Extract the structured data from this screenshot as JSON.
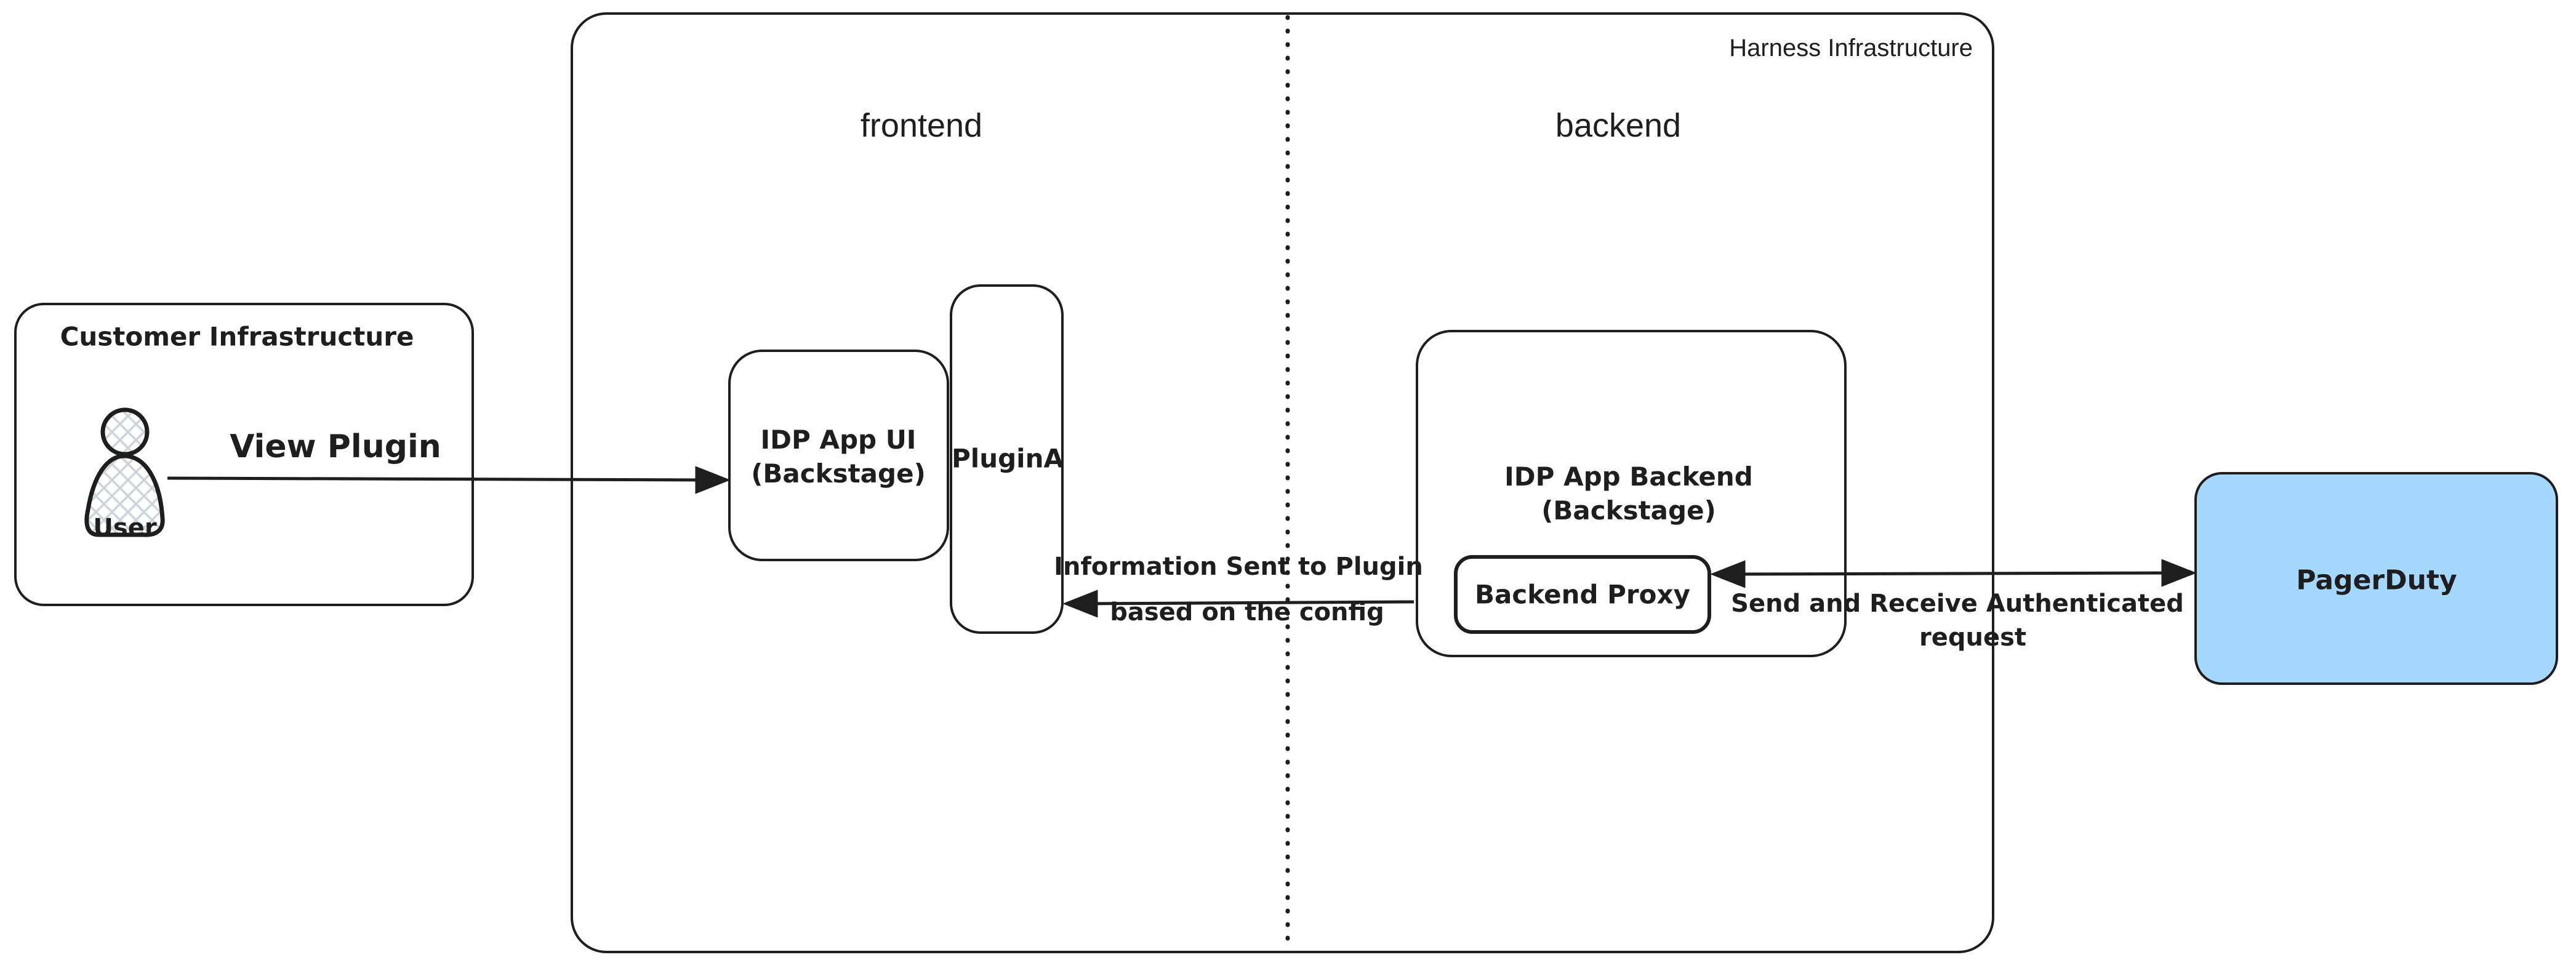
{
  "diagram": {
    "customer": {
      "title": "Customer Infrastructure",
      "user_label": "User"
    },
    "harness": {
      "title": "Harness Infrastructure",
      "frontend_label": "frontend",
      "backend_label": "backend"
    },
    "nodes": {
      "idp_app_ui": {
        "line1": "IDP App UI",
        "line2": "(Backstage)"
      },
      "plugin_a": {
        "label": "PluginA"
      },
      "idp_app_backend": {
        "line1": "IDP App Backend",
        "line2": "(Backstage)"
      },
      "backend_proxy": {
        "label": "Backend Proxy"
      },
      "pagerduty": {
        "label": "PagerDuty"
      }
    },
    "edges": {
      "view_plugin": {
        "label": "View Plugin"
      },
      "info_sent": {
        "line1": "Information Sent to Plugin",
        "line2": "based on the config"
      },
      "send_receive": {
        "line1": "Send and Receive Authenticated",
        "line2": "request"
      }
    },
    "colors": {
      "stroke": "#1e1e1e",
      "pagerduty_fill": "#a5d8ff",
      "hatch": "#ced4da",
      "background": "#ffffff"
    }
  }
}
